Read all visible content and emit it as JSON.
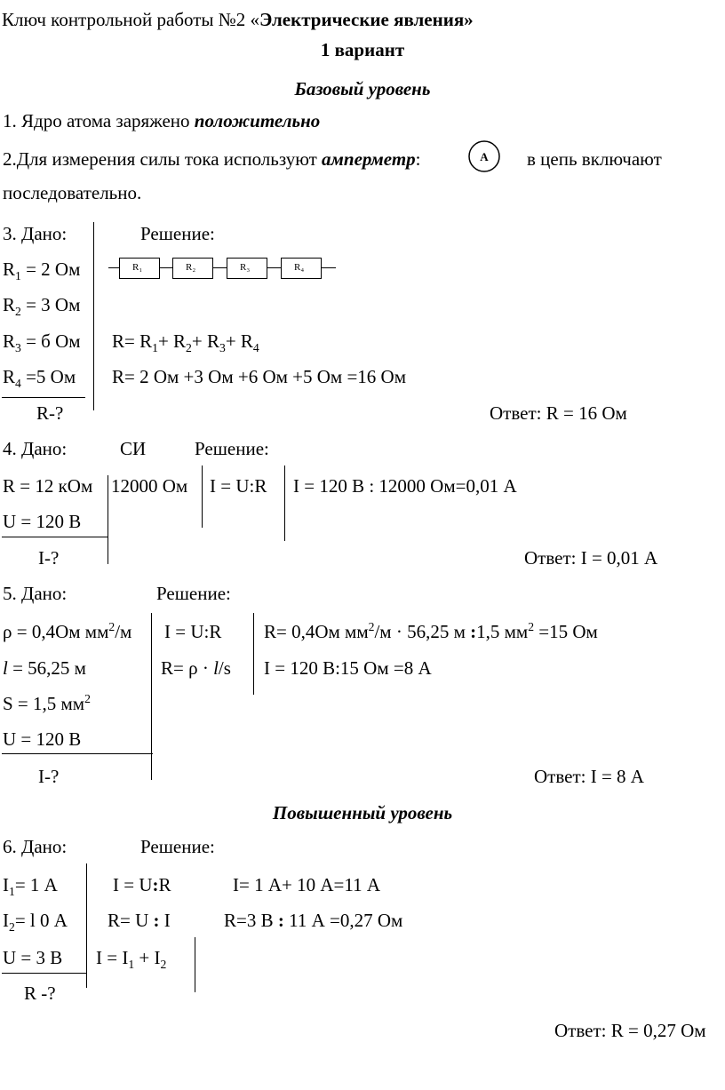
{
  "header": {
    "title_prefix": "Ключ  контрольной работы №2 «",
    "title_bold": "Электрические явления»",
    "variant": "1 вариант",
    "basic_level": "Базовый уровень"
  },
  "q1": {
    "text": "1. Ядро атома заряжено ",
    "emph": "положительно"
  },
  "q2": {
    "text": "2.Для измерения силы тока используют ",
    "emph": "амперметр",
    "colon": ":",
    "meter_symbol": "A",
    "after": "в цепь включают",
    "line2": "последовательно."
  },
  "q3": {
    "dano": "3. Дано:",
    "reshenie": "Решение:",
    "given": [
      {
        "base": "R",
        "sub": "1",
        "rest": " = 2 Ом"
      },
      {
        "base": "R",
        "sub": "2",
        "rest": " = 3 Ом"
      },
      {
        "base": "R",
        "sub": "3",
        "rest": " = б Ом"
      },
      {
        "base": "R",
        "sub": "4",
        "rest": " =5 Ом"
      }
    ],
    "find": "R-?",
    "resistors": [
      "R₁",
      "R₂",
      "R₃",
      "R₄"
    ],
    "formula": {
      "a": "R= R",
      "s1": "1",
      "b": "+ R",
      "s2": "2",
      "c": "+ R",
      "s3": "3",
      "d": "+ R",
      "s4": "4"
    },
    "calc": "R= 2 Ом +3 Ом +6 Ом +5 Ом =16 Ом",
    "answer": "Ответ: R = 16 Ом"
  },
  "q4": {
    "dano": "4. Дано:",
    "si": "СИ",
    "reshenie": "Решение:",
    "r_given": "R = 12 кОм",
    "r_si": "12000 Ом",
    "formula": "I = U:R",
    "calc": "I = 120 В : 12000  Ом=0,01 А",
    "u_given": "U = 120 В",
    "find": "I-?",
    "answer": "Ответ: I = 0,01 А"
  },
  "q5": {
    "dano": "5. Дано:",
    "reshenie": "Решение:",
    "rho": {
      "a": "ρ = 0,4Ом мм",
      "sup": "2",
      "b": "/м"
    },
    "l": {
      "it": "l",
      "rest": " = 56,25 м"
    },
    "s": {
      "a": "S = 1,5 мм",
      "sup": "2"
    },
    "u": "U = 120 В",
    "find": "I-?",
    "f1": "I = U:R",
    "f2": {
      "a": "R= ρ · ",
      "it": "l",
      "b": "/s"
    },
    "c1": {
      "a": "R= 0,4Ом мм",
      "sup1": "2",
      "b": "/м · 56,25 м ",
      "colon": ":",
      "c": "1,5 мм",
      "sup2": "2",
      "d": " =15 Ом"
    },
    "c2": "I = 120 В:15 Ом =8 А",
    "answer": "Ответ: I = 8 А"
  },
  "advanced_level": "Повышенный уровень",
  "q6": {
    "dano": "6. Дано:",
    "reshenie": "Решение:",
    "i1": {
      "base": "I",
      "sub": "1",
      "rest": "= 1 А"
    },
    "i2": {
      "base": "I",
      "sub": "2",
      "rest": "= l 0 А"
    },
    "u": "U = 3 В",
    "find": "R -?",
    "f1": {
      "a": "I = U",
      "colon": ":",
      "b": "R"
    },
    "f2": {
      "a": "R= U ",
      "colon": ":",
      "b": " I"
    },
    "f3": {
      "a": "I = I",
      "s1": "1",
      "b": " + I",
      "s2": "2"
    },
    "c1": "I= 1 А+ 10 А=11 А",
    "c2": {
      "a": "R=3 В ",
      "colon": ":",
      "b": " 11 А =0,27 Ом"
    },
    "answer": "Ответ: R = 0,27 Ом"
  }
}
